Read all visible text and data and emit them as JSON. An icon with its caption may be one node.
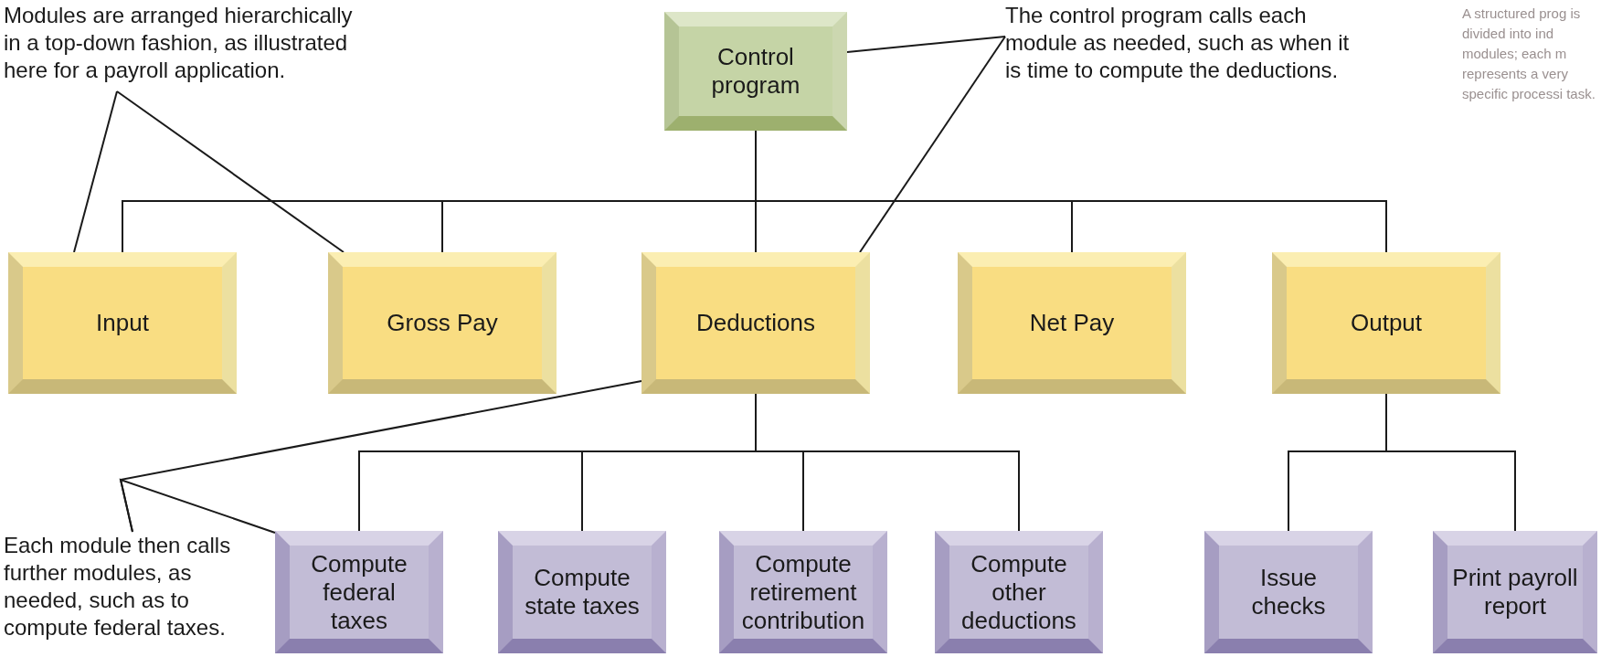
{
  "diagram": {
    "nodes": [
      {
        "text": [
          "Control program"
        ]
      },
      {
        "text": [
          "Input"
        ]
      },
      {
        "text": [
          "Gross Pay"
        ]
      },
      {
        "text": [
          "Deductions"
        ]
      },
      {
        "text": [
          "Net Pay"
        ]
      },
      {
        "text": [
          "Output"
        ]
      },
      {
        "text": [
          "Compute federal taxes"
        ]
      },
      {
        "text": [
          "Compute state taxes"
        ]
      },
      {
        "text": [
          "Compute retirement contribution"
        ]
      },
      {
        "text": [
          "Compute other deductions"
        ]
      },
      {
        "text": [
          "Issue checks"
        ]
      },
      {
        "text": [
          "Print payroll report"
        ]
      },
      {
        "text": [
          "Modules are arranged hierarchically in a top-down fashion, as illustrated here for a payroll application."
        ]
      },
      {
        "text": [
          "The control program calls each module as needed, such as when it is time to compute the deductions."
        ]
      },
      {
        "text": [
          "Each module then calls further modules, as needed, such as to compute federal taxes."
        ]
      }
    ],
    "edges": [
      {
        "from": 0,
        "to": 1,
        "arrow": "none"
      },
      {
        "from": 0,
        "to": 2,
        "arrow": "none"
      },
      {
        "from": 0,
        "to": 3,
        "arrow": "none"
      },
      {
        "from": 0,
        "to": 4,
        "arrow": "none"
      },
      {
        "from": 0,
        "to": 5,
        "arrow": "none"
      },
      {
        "from": 3,
        "to": 6,
        "arrow": "none"
      },
      {
        "from": 3,
        "to": 7,
        "arrow": "none"
      },
      {
        "from": 3,
        "to": 8,
        "arrow": "none"
      },
      {
        "from": 3,
        "to": 9,
        "arrow": "none"
      },
      {
        "from": 5,
        "to": 10,
        "arrow": "none"
      },
      {
        "from": 5,
        "to": 11,
        "arrow": "none"
      },
      {
        "from": 12,
        "to": 1,
        "arrow": "none"
      },
      {
        "from": 12,
        "to": 2,
        "arrow": "none"
      },
      {
        "from": 13,
        "to": 0,
        "arrow": "none"
      },
      {
        "from": 13,
        "to": 3,
        "arrow": "none"
      },
      {
        "from": 14,
        "to": 3,
        "arrow": "none"
      },
      {
        "from": 14,
        "to": 6,
        "arrow": "none"
      }
    ],
    "labels": [
      "A structured prog is divided into ind modules; each m represents a very specific processi task."
    ]
  }
}
